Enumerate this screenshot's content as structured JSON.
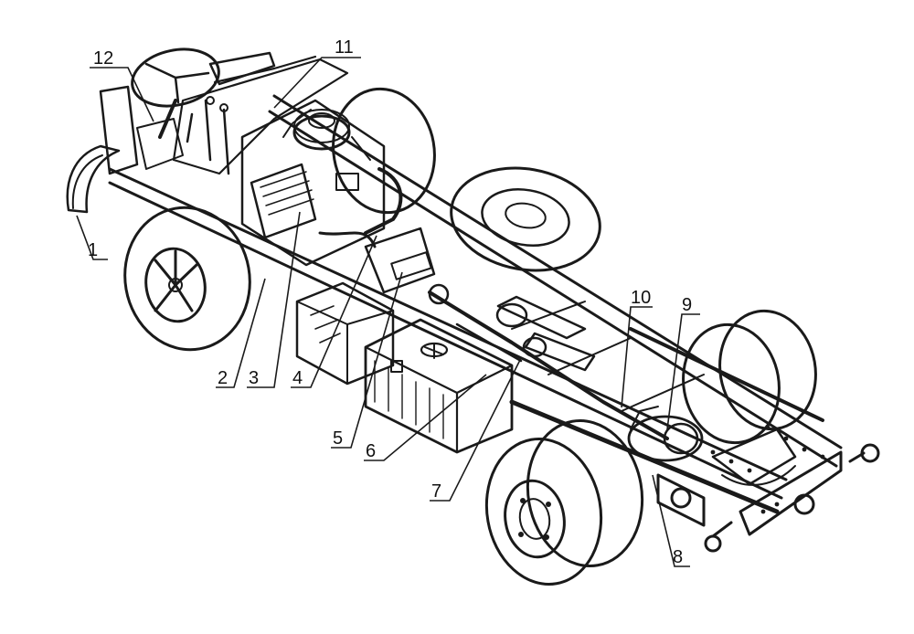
{
  "callouts": [
    {
      "id": "1",
      "text": "1"
    },
    {
      "id": "2",
      "text": "2"
    },
    {
      "id": "3",
      "text": "3"
    },
    {
      "id": "4",
      "text": "4"
    },
    {
      "id": "5",
      "text": "5"
    },
    {
      "id": "6",
      "text": "6"
    },
    {
      "id": "7",
      "text": "7"
    },
    {
      "id": "8",
      "text": "8"
    },
    {
      "id": "9",
      "text": "9"
    },
    {
      "id": "10",
      "text": "10"
    },
    {
      "id": "11",
      "text": "11"
    },
    {
      "id": "12",
      "text": "12"
    }
  ],
  "colors": {
    "ink": "#1a1a1a",
    "background": "#ffffff"
  }
}
